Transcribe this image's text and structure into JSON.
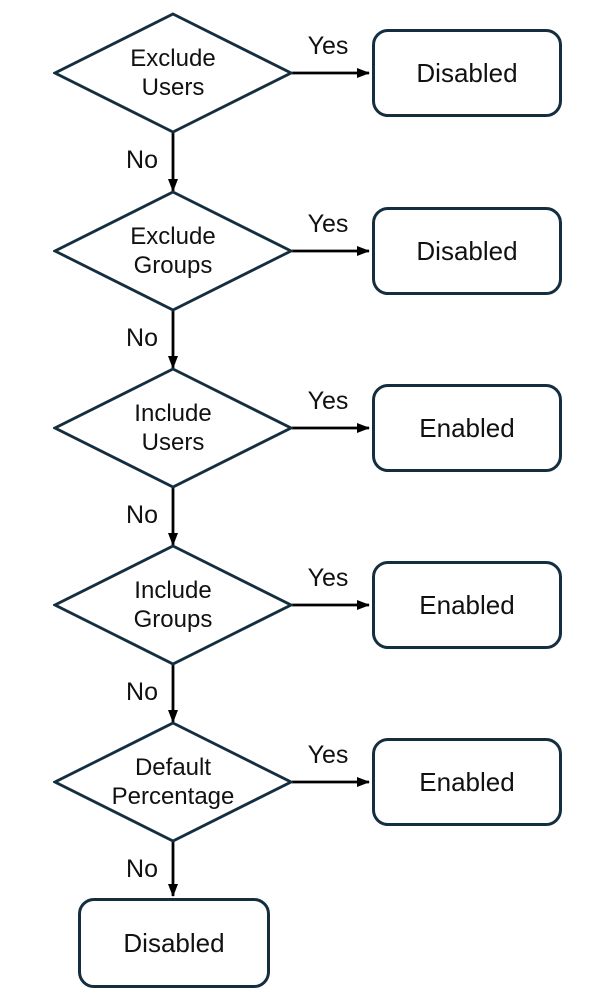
{
  "palette": {
    "shape_border": "#142e40",
    "arrow": "#000000",
    "text": "#111111",
    "background": "#ffffff"
  },
  "flowchart": {
    "type": "decision-flow",
    "rows": [
      {
        "condition": "Exclude Users",
        "yes_label": "Yes",
        "no_label": "No",
        "yes_result": "Disabled"
      },
      {
        "condition": "Exclude Groups",
        "yes_label": "Yes",
        "no_label": "No",
        "yes_result": "Disabled"
      },
      {
        "condition": "Include Users",
        "yes_label": "Yes",
        "no_label": "No",
        "yes_result": "Enabled"
      },
      {
        "condition": "Include Groups",
        "yes_label": "Yes",
        "no_label": "No",
        "yes_result": "Enabled"
      },
      {
        "condition": "Default Percentage",
        "yes_label": "Yes",
        "no_label": "No",
        "yes_result": "Enabled"
      }
    ],
    "final_result": "Disabled"
  }
}
